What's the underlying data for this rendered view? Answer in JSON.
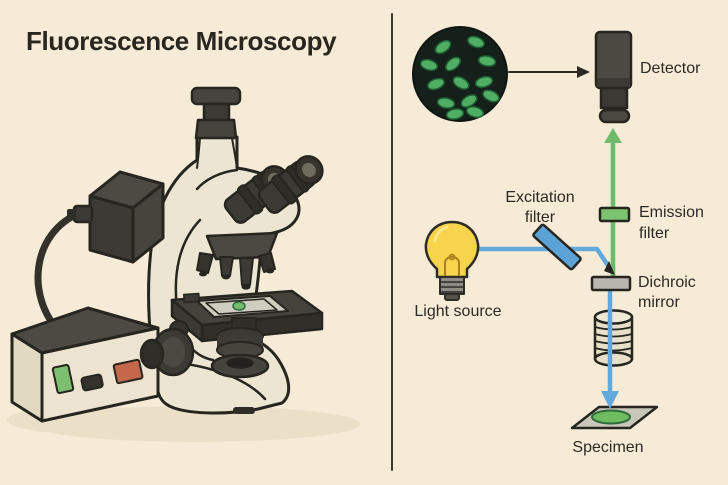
{
  "title": "Fluorescence Microscopy",
  "diagram": {
    "labels": {
      "detector": "Detector",
      "excitation_line1": "Excitation",
      "excitation_line2": "filter",
      "emission_line1": "Emission",
      "emission_line2": "filter",
      "dichroic_line1": "Dichroic",
      "dichroic_line2": "mirror",
      "light_source": "Light source",
      "specimen": "Specimen"
    },
    "icons": {
      "microscope_view": "circular-eyepiece-view-with-fluorescing-cells",
      "detector": "camera-detector-cylinder",
      "light_source": "light-bulb",
      "objective": "lens-barrel-stack",
      "specimen": "glass-slide-with-green-sample",
      "excitation_filter": "tilted-blue-filter",
      "emission_filter": "green-filter-bar",
      "dichroic_mirror": "gray-mirror-bar"
    },
    "colors": {
      "background": "#f5ebd7",
      "outline": "#26251f",
      "excitation_beam_blue": "#64a9dc",
      "emission_beam_green": "#6fba6a",
      "excitation_filter_blue": "#5ba3d6",
      "emission_filter_green": "#7cc36f",
      "dichroic_mirror_gray": "#b8b6ae",
      "bulb_yellow": "#f6d44c",
      "specimen_green": "#6fbc5f",
      "viewfield_dark": "#16201a",
      "cell_green": "#4fae63"
    }
  },
  "illustration": {
    "name": "fluorescence-microscope-cartoon",
    "power_box": {
      "green_button_color": "#7cbf6e",
      "red_button_color": "#c4674b"
    }
  }
}
